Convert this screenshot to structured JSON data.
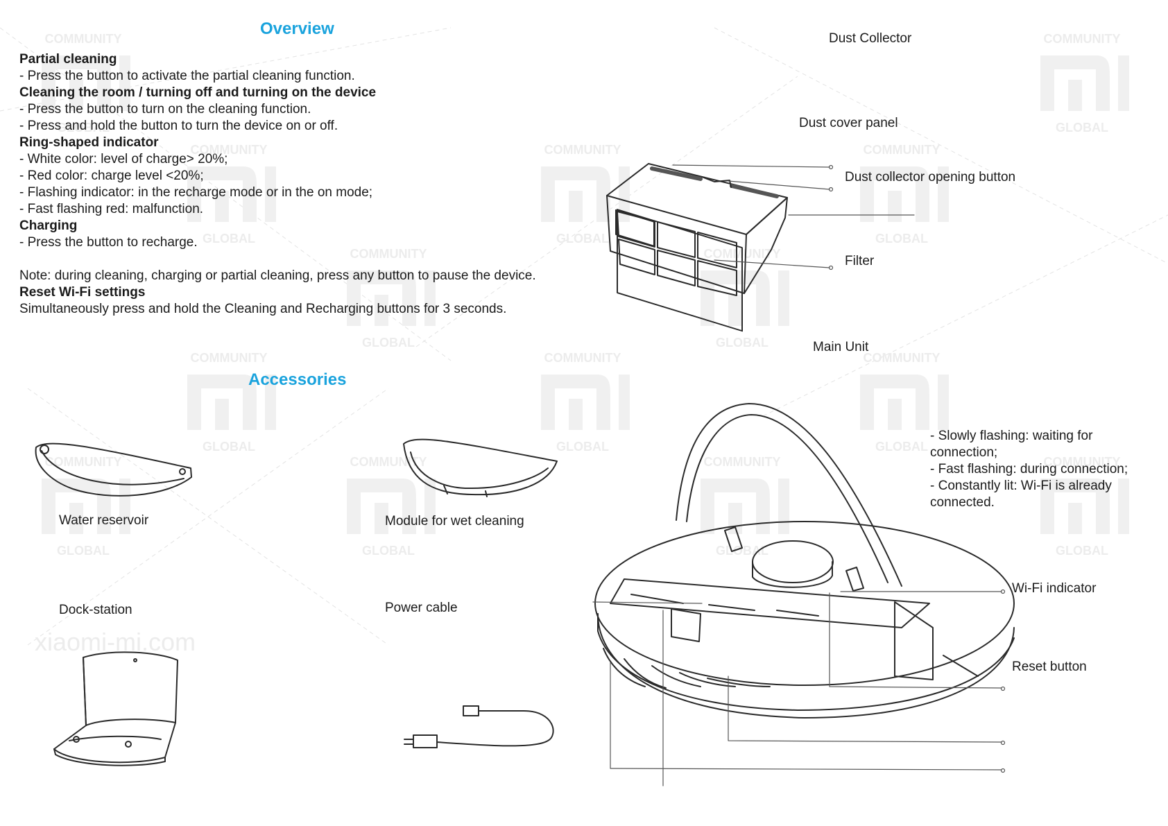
{
  "overview": {
    "title": "Overview",
    "lines": [
      {
        "text": "Partial cleaning",
        "bold": true
      },
      {
        "text": "- Press the button to activate the partial cleaning function.",
        "bold": false
      },
      {
        "text": "Cleaning the room / turning off and turning on the device",
        "bold": true
      },
      {
        "text": "- Press the button to turn on the cleaning function.",
        "bold": false
      },
      {
        "text": "- Press and hold the button to turn the device on or off.",
        "bold": false
      },
      {
        "text": "Ring-shaped indicator",
        "bold": true
      },
      {
        "text": "- White color: level of charge> 20%;",
        "bold": false
      },
      {
        "text": "- Red color: charge level <20%;",
        "bold": false
      },
      {
        "text": "- Flashing indicator: in the recharge mode or in the on mode;",
        "bold": false
      },
      {
        "text": "- Fast flashing red: malfunction.",
        "bold": false
      },
      {
        "text": "Charging",
        "bold": true
      },
      {
        "text": "- Press the button to recharge.",
        "bold": false
      },
      {
        "text": "",
        "bold": false
      },
      {
        "text": "Note: during cleaning, charging or partial cleaning, press any button to pause the device.",
        "bold": false
      },
      {
        "text": "Reset Wi-Fi settings",
        "bold": true
      },
      {
        "text": "Simultaneously press and hold the Cleaning and Recharging buttons for 3 seconds.",
        "bold": false
      }
    ]
  },
  "accessories": {
    "title": "Accessories",
    "water_reservoir": "Water reservoir",
    "wet_module": "Module for wet cleaning",
    "dock_station": "Dock-station",
    "power_cable": "Power cable"
  },
  "dust_collector": {
    "title": "Dust Collector",
    "cover_panel": "Dust cover panel",
    "opening_button": "Dust collector opening button",
    "filter": "Filter"
  },
  "main_unit": {
    "title": "Main Unit",
    "wifi_status": [
      "- Slowly flashing: waiting for",
      "connection;",
      "- Fast flashing: during connection;",
      "- Constantly lit: Wi-Fi is already",
      "connected."
    ],
    "wifi_indicator": "Wi-Fi indicator",
    "reset_button": "Reset button"
  },
  "watermark": {
    "community": "COMMUNITY",
    "global": "GLOBAL",
    "site": "xiaomi-mi.com"
  }
}
